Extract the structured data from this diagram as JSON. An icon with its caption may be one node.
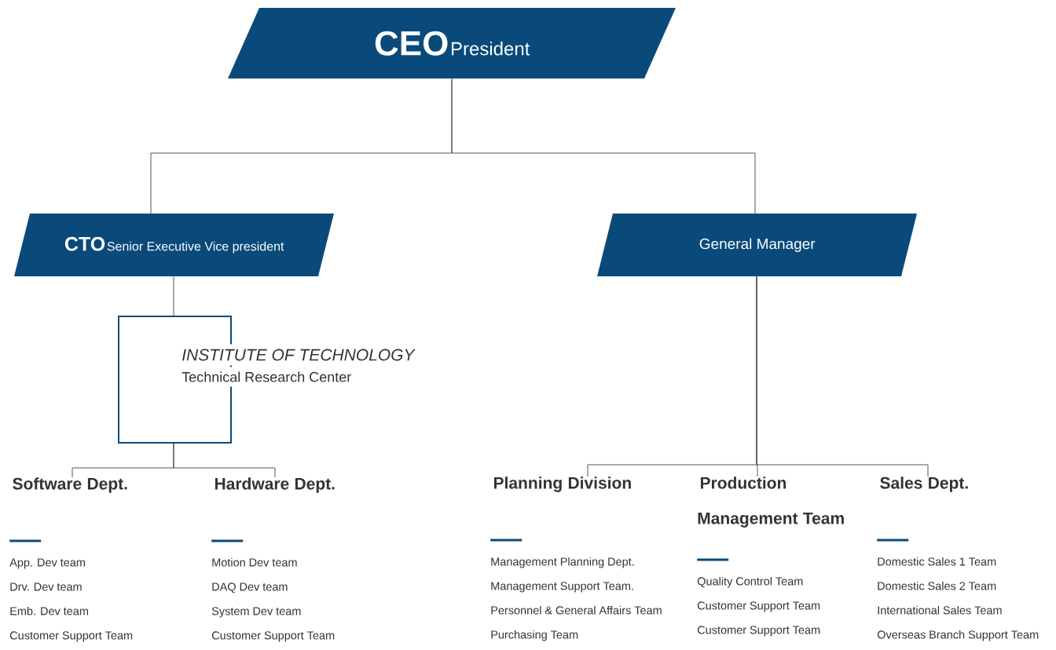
{
  "diagram": {
    "nodes": [
      {
        "text": [
          "CEO",
          "President"
        ]
      },
      {
        "text": [
          "CTO",
          "Senior Executive Vice president"
        ]
      },
      {
        "text": [
          "General Manager"
        ]
      },
      {
        "text": [
          "INSTITUTE OF TECHNOLOGY",
          "Technical Research Center"
        ]
      },
      {
        "text": [
          "Software Dept.",
          "App. Dev team",
          "Drv. Dev team",
          "Emb. Dev team",
          "Customer Support Team"
        ]
      },
      {
        "text": [
          "Hardware Dept.",
          "Motion Dev team",
          "DAQ Dev team",
          "System Dev team",
          "Customer Support Team"
        ]
      },
      {
        "text": [
          "Planning Division",
          "Management Planning Dept.",
          "Management Support Team.",
          "Personnel & General Affairs Team",
          "Purchasing Team"
        ]
      },
      {
        "text": [
          "Production Management Team",
          "Quality Control Team",
          "Customer Support Team",
          "Customer Support Team"
        ]
      },
      {
        "text": [
          "Sales Dept.",
          "Domestic Sales 1 Team",
          "Domestic Sales 2 Team",
          "International Sales Team",
          "Overseas Branch Support Team"
        ]
      }
    ],
    "edges": [
      {
        "from": 0,
        "to": 1,
        "arrow": "none"
      },
      {
        "from": 0,
        "to": 2,
        "arrow": "none"
      },
      {
        "from": 1,
        "to": 3,
        "arrow": "none"
      },
      {
        "from": 3,
        "to": 4,
        "arrow": "none"
      },
      {
        "from": 3,
        "to": 5,
        "arrow": "none"
      },
      {
        "from": 2,
        "to": 6,
        "arrow": "none"
      },
      {
        "from": 2,
        "to": 7,
        "arrow": "none"
      },
      {
        "from": 2,
        "to": 8,
        "arrow": "none"
      }
    ]
  }
}
